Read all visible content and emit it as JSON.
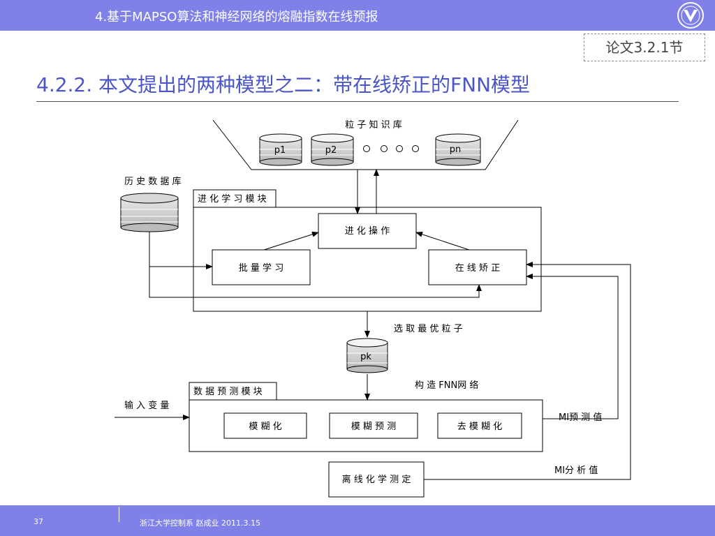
{
  "header": {
    "title": "4.基于MAPSO算法和神经网络的熔融指数在线预报",
    "reference": "论文3.2.1节"
  },
  "slide": {
    "title": "4.2.2. 本文提出的两种模型之二：带在线矫正的FNN模型"
  },
  "diagram": {
    "particle_kb_label": "粒 子 知 识 库",
    "db_p1": "p1",
    "db_p2": "p2",
    "db_pn": "pn",
    "db_pk": "pk",
    "history_db_label": "历 史 数 据 库",
    "evolution_module_label": "进 化 学 习 模 块",
    "evolution_op": "进 化 操 作",
    "batch_learning": "批 量 学 习",
    "online_correction": "在 线 矫 正",
    "select_best": "选 取 最 优 粒 子",
    "build_fnn": "构 造 FNN网 络",
    "prediction_module_label": "数 据 预 测 模 块",
    "input_var": "输 入 变 量",
    "fuzzify": "模 糊 化",
    "fuzzy_predict": "模 糊 预 测",
    "defuzzify": "去 模 糊 化",
    "mi_pred": "MI预 测 值",
    "offline_test": "离 线 化 学 测 定",
    "mi_analysis": "MI分 析 值"
  },
  "footer": {
    "page_number": "37",
    "info": "浙江大学控制系 赵成业 2011.3.15"
  },
  "colors": {
    "bar": "#7f80e8",
    "title": "#4a55c8"
  }
}
